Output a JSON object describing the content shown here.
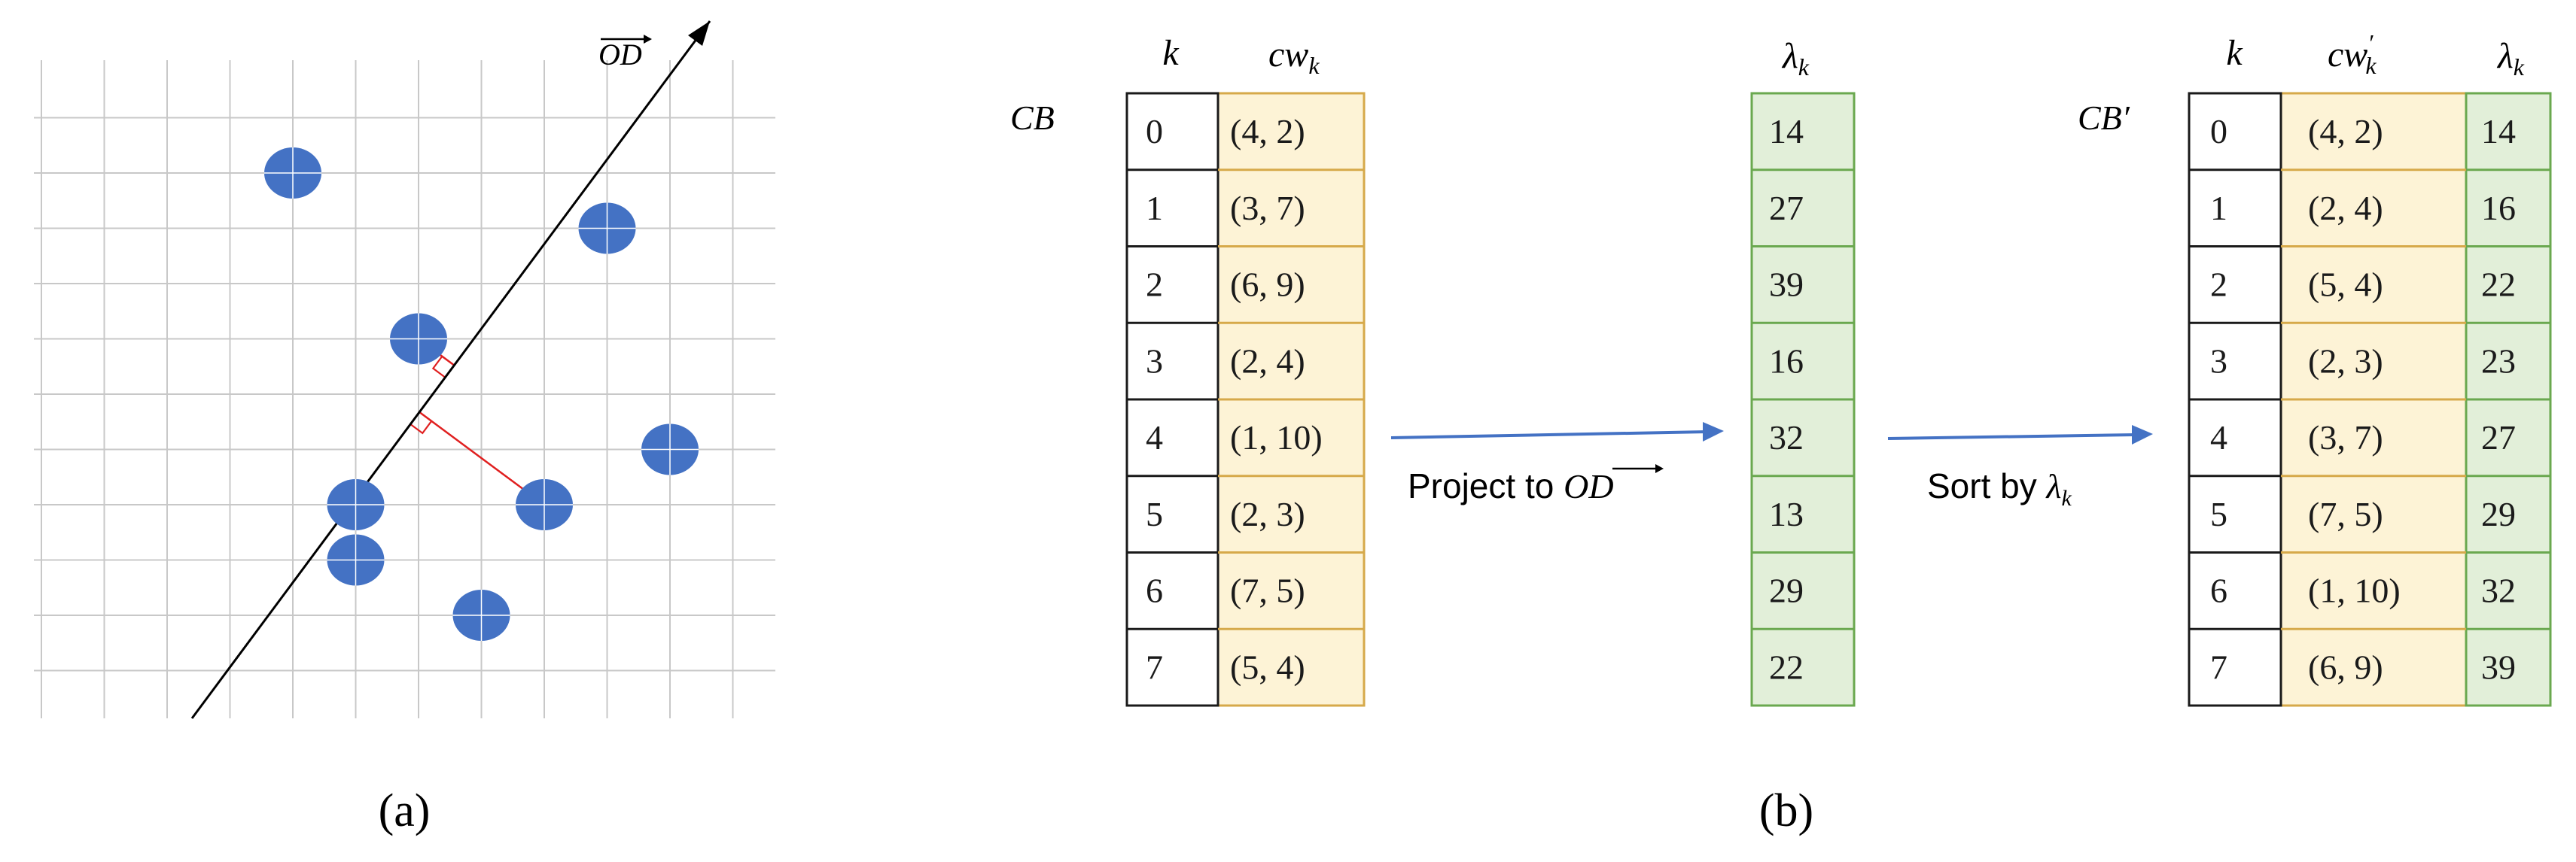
{
  "panel_a": {
    "label": "(a)",
    "vector_label": "OD",
    "points": [
      [
        4,
        10
      ],
      [
        9,
        9
      ],
      [
        6,
        7
      ],
      [
        10,
        5
      ],
      [
        5,
        4
      ],
      [
        8,
        4
      ],
      [
        5,
        3
      ],
      [
        7,
        2
      ]
    ]
  },
  "panel_b": {
    "label": "(b)",
    "cb": {
      "name": "CB",
      "col_k": "k",
      "col_cw": "cw",
      "col_cw_sub": "k",
      "rows": [
        {
          "k": "0",
          "cw": "(4, 2)"
        },
        {
          "k": "1",
          "cw": "(3, 7)"
        },
        {
          "k": "2",
          "cw": "(6, 9)"
        },
        {
          "k": "3",
          "cw": "(2, 4)"
        },
        {
          "k": "4",
          "cw": "(1, 10)"
        },
        {
          "k": "5",
          "cw": "(2, 3)"
        },
        {
          "k": "6",
          "cw": "(7, 5)"
        },
        {
          "k": "7",
          "cw": "(5, 4)"
        }
      ]
    },
    "lambda": {
      "header": "λ",
      "header_sub": "k",
      "values": [
        "14",
        "27",
        "39",
        "16",
        "32",
        "13",
        "29",
        "22"
      ]
    },
    "arrow1": {
      "text": "Project to ",
      "vector": "OD"
    },
    "arrow2": {
      "text": "Sort by ",
      "symbol": "λ",
      "symbol_sub": "k"
    },
    "cb_sorted": {
      "name": "CB′",
      "col_k": "k",
      "col_cw": "cw",
      "col_cw_sub": "k",
      "col_cw_prime": "′",
      "col_lambda": "λ",
      "col_lambda_sub": "k",
      "rows": [
        {
          "k": "0",
          "cw": "(4, 2)",
          "lambda": "14"
        },
        {
          "k": "1",
          "cw": "(2, 4)",
          "lambda": "16"
        },
        {
          "k": "2",
          "cw": "(5, 4)",
          "lambda": "22"
        },
        {
          "k": "3",
          "cw": "(2, 3)",
          "lambda": "23"
        },
        {
          "k": "4",
          "cw": "(3, 7)",
          "lambda": "27"
        },
        {
          "k": "5",
          "cw": "(7, 5)",
          "lambda": "29"
        },
        {
          "k": "6",
          "cw": "(1, 10)",
          "lambda": "32"
        },
        {
          "k": "7",
          "cw": "(6, 9)",
          "lambda": "39"
        }
      ]
    }
  },
  "colors": {
    "point": "#4472c4",
    "arrow": "#4472c4",
    "perpendicular": "#e02020",
    "grid": "#c8c8c8",
    "cw_fill": "#fdf3d6",
    "cw_border": "#d6a94a",
    "lambda_fill": "#e2efd9",
    "lambda_border": "#6aa84f"
  }
}
